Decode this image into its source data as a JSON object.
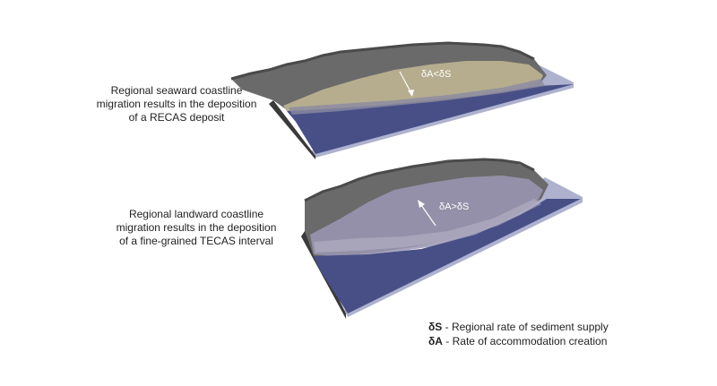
{
  "top_panel": {
    "caption_lines": [
      "Regional seaward coastline",
      "migration results in the deposition",
      "of a RECAS deposit"
    ],
    "rate_label": "δA<δS"
  },
  "bottom_panel": {
    "caption_lines": [
      "Regional landward coastline",
      "migration results in the deposition",
      "of a fine-grained TECAS interval"
    ],
    "rate_label": "δA>δS"
  },
  "legend": [
    {
      "symbol": "δS",
      "text": " - Regional rate of sediment supply"
    },
    {
      "symbol": "δA",
      "text": " - Rate of accommodation creation"
    }
  ],
  "colors": {
    "sea": "#474f86",
    "sea_edge": "#aeb2cf",
    "land": "#6a6a6a",
    "land_dark": "#4a4a4a",
    "sediment_wedge": "#b5ad8e",
    "transgressive_wash": "#9b97b4",
    "arrow": "#ffffff"
  }
}
